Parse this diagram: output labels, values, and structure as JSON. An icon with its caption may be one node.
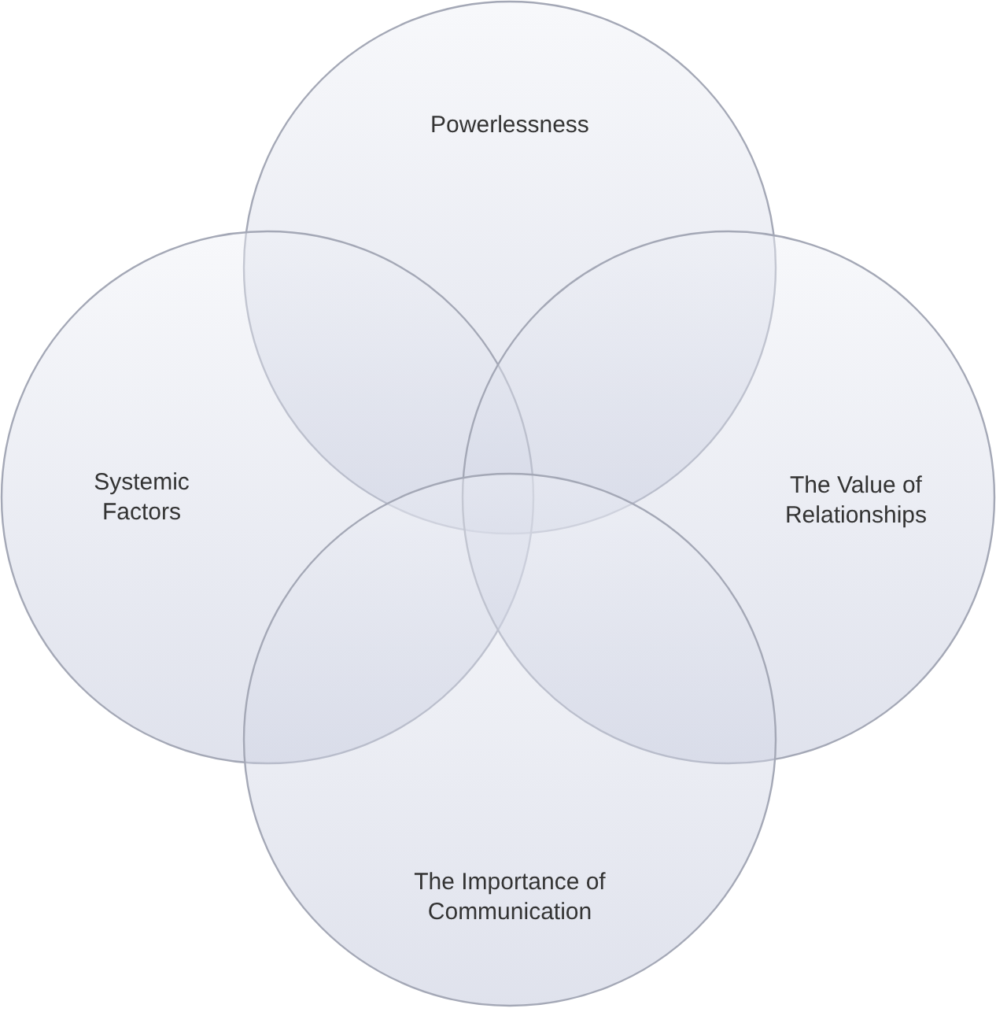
{
  "diagram": {
    "nodes": [
      {
        "text": [
          "Powerlessness"
        ]
      },
      {
        "text": [
          "Systemic Factors"
        ]
      },
      {
        "text": [
          "The Value of Relationships"
        ]
      },
      {
        "text": [
          "The Importance of Communication"
        ]
      }
    ]
  }
}
